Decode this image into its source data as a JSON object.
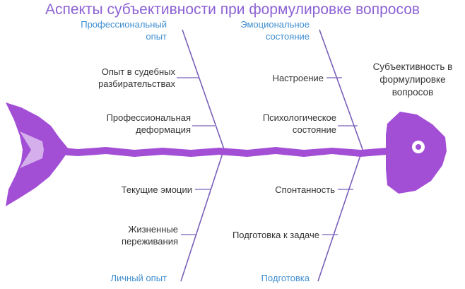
{
  "title": "Аспекты субъективности при формулировке вопросов",
  "effect": "Субъективность в\nформулировке\nвопросов",
  "categories": {
    "top_left": "Профессиональный\nопыт",
    "top_right": "Эмоциональное\nсостояние",
    "bottom_left": "Личный опыт",
    "bottom_right": "Подготовка"
  },
  "causes": {
    "top_left": [
      "Опыт в судебных\nразбирательствах",
      "Профессиональная\nдеформация"
    ],
    "top_right": [
      "Настроение",
      "Психологическое\nсостояние"
    ],
    "bottom_left": [
      "Текущие эмоции",
      "Жизненные\nпереживания"
    ],
    "bottom_right": [
      "Спонтанность",
      "Подготовка к задаче"
    ]
  },
  "colors": {
    "title": "#8c62d4",
    "category": "#3f8ecf",
    "bones": "#7a5fb8",
    "fish": "#a24fd6",
    "text": "#333333"
  }
}
